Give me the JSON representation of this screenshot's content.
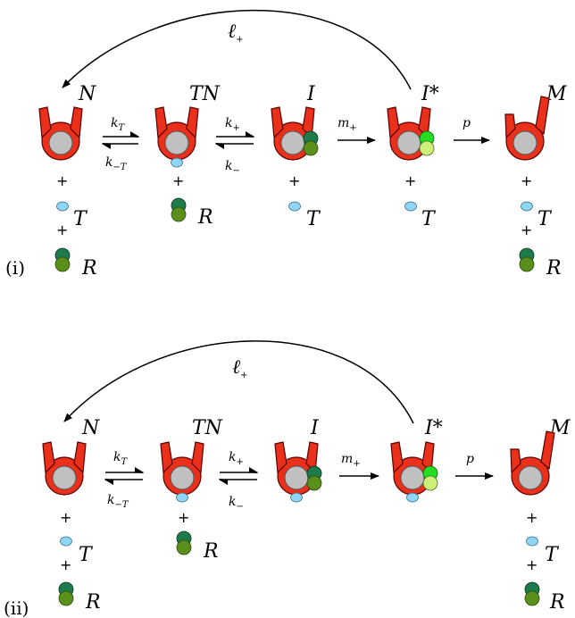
{
  "panels": [
    {
      "label": "(i)",
      "states": [
        "N",
        "TN",
        "I",
        "I*",
        "M"
      ],
      "rates": {
        "kT": "k",
        "kT_sub": "T",
        "kmT": "k",
        "kmT_sub": "−T",
        "kp": "k",
        "kp_sub": "+",
        "km": "k",
        "km_sub": "−",
        "mp": "m",
        "mp_sub": "+",
        "p": "p",
        "lp": "ℓ",
        "lp_sub": "+"
      },
      "species": {
        "T": "T",
        "R": "R"
      },
      "plus": "+"
    },
    {
      "label": "(ii)",
      "states": [
        "N",
        "TN",
        "I",
        "I*",
        "M"
      ],
      "rates": {
        "kT": "k",
        "kT_sub": "T",
        "kmT": "k",
        "kmT_sub": "−T",
        "kp": "k",
        "kp_sub": "+",
        "km": "k",
        "km_sub": "−",
        "mp": "m",
        "mp_sub": "+",
        "p": "p",
        "lp": "ℓ",
        "lp_sub": "+"
      },
      "species": {
        "T": "T",
        "R": "R"
      },
      "plus": "+"
    }
  ],
  "colors": {
    "ring": "#e8301a",
    "ring_stroke": "#5a0000",
    "core": "#c0c0c0",
    "T": "#8fd6f5",
    "R_top": "#1d7a4a",
    "R_bottom": "#5a8f1c",
    "Istar_top": "#22dd22",
    "Istar_bottom": "#ccf07a"
  }
}
